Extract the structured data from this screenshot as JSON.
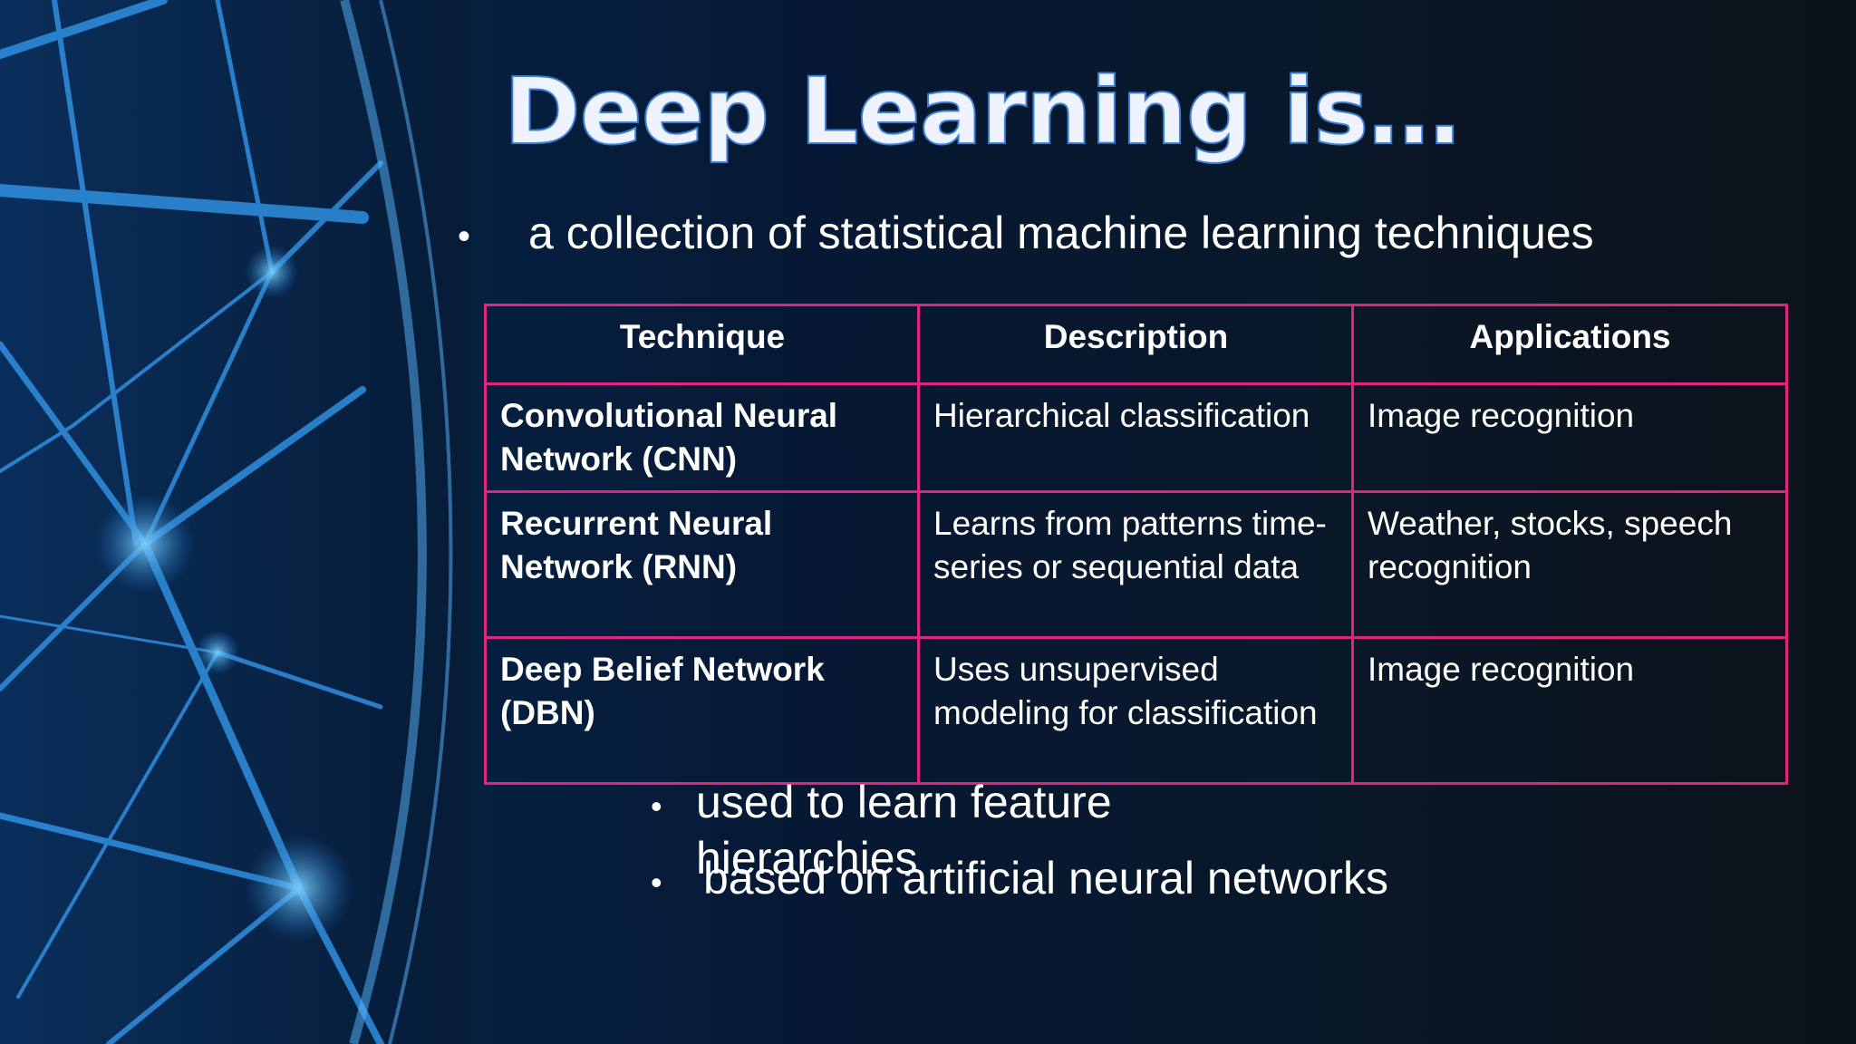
{
  "slide": {
    "title": "Deep Learning is…",
    "bullets": [
      "a collection of statistical machine learning techniques",
      "used to learn feature hierarchies",
      "based on artificial neural networks"
    ],
    "table": {
      "headers": [
        "Technique",
        "Description",
        "Applications"
      ],
      "rows": [
        {
          "technique": "Convolutional Neural Network (CNN)",
          "description": "Hierarchical classification",
          "applications": "Image recognition"
        },
        {
          "technique": "Recurrent Neural Network (RNN)",
          "description": "Learns from patterns time-series or sequential data",
          "applications": "Weather, stocks, speech recognition"
        },
        {
          "technique": "Deep Belief Network (DBN)",
          "description": "Uses unsupervised modeling for classification",
          "applications": "Image recognition"
        }
      ]
    }
  },
  "colors": {
    "title_fill": "#eef3ff",
    "title_outline": "#3d7fd6",
    "table_border": "#e0267c",
    "text": "#ffffff"
  }
}
